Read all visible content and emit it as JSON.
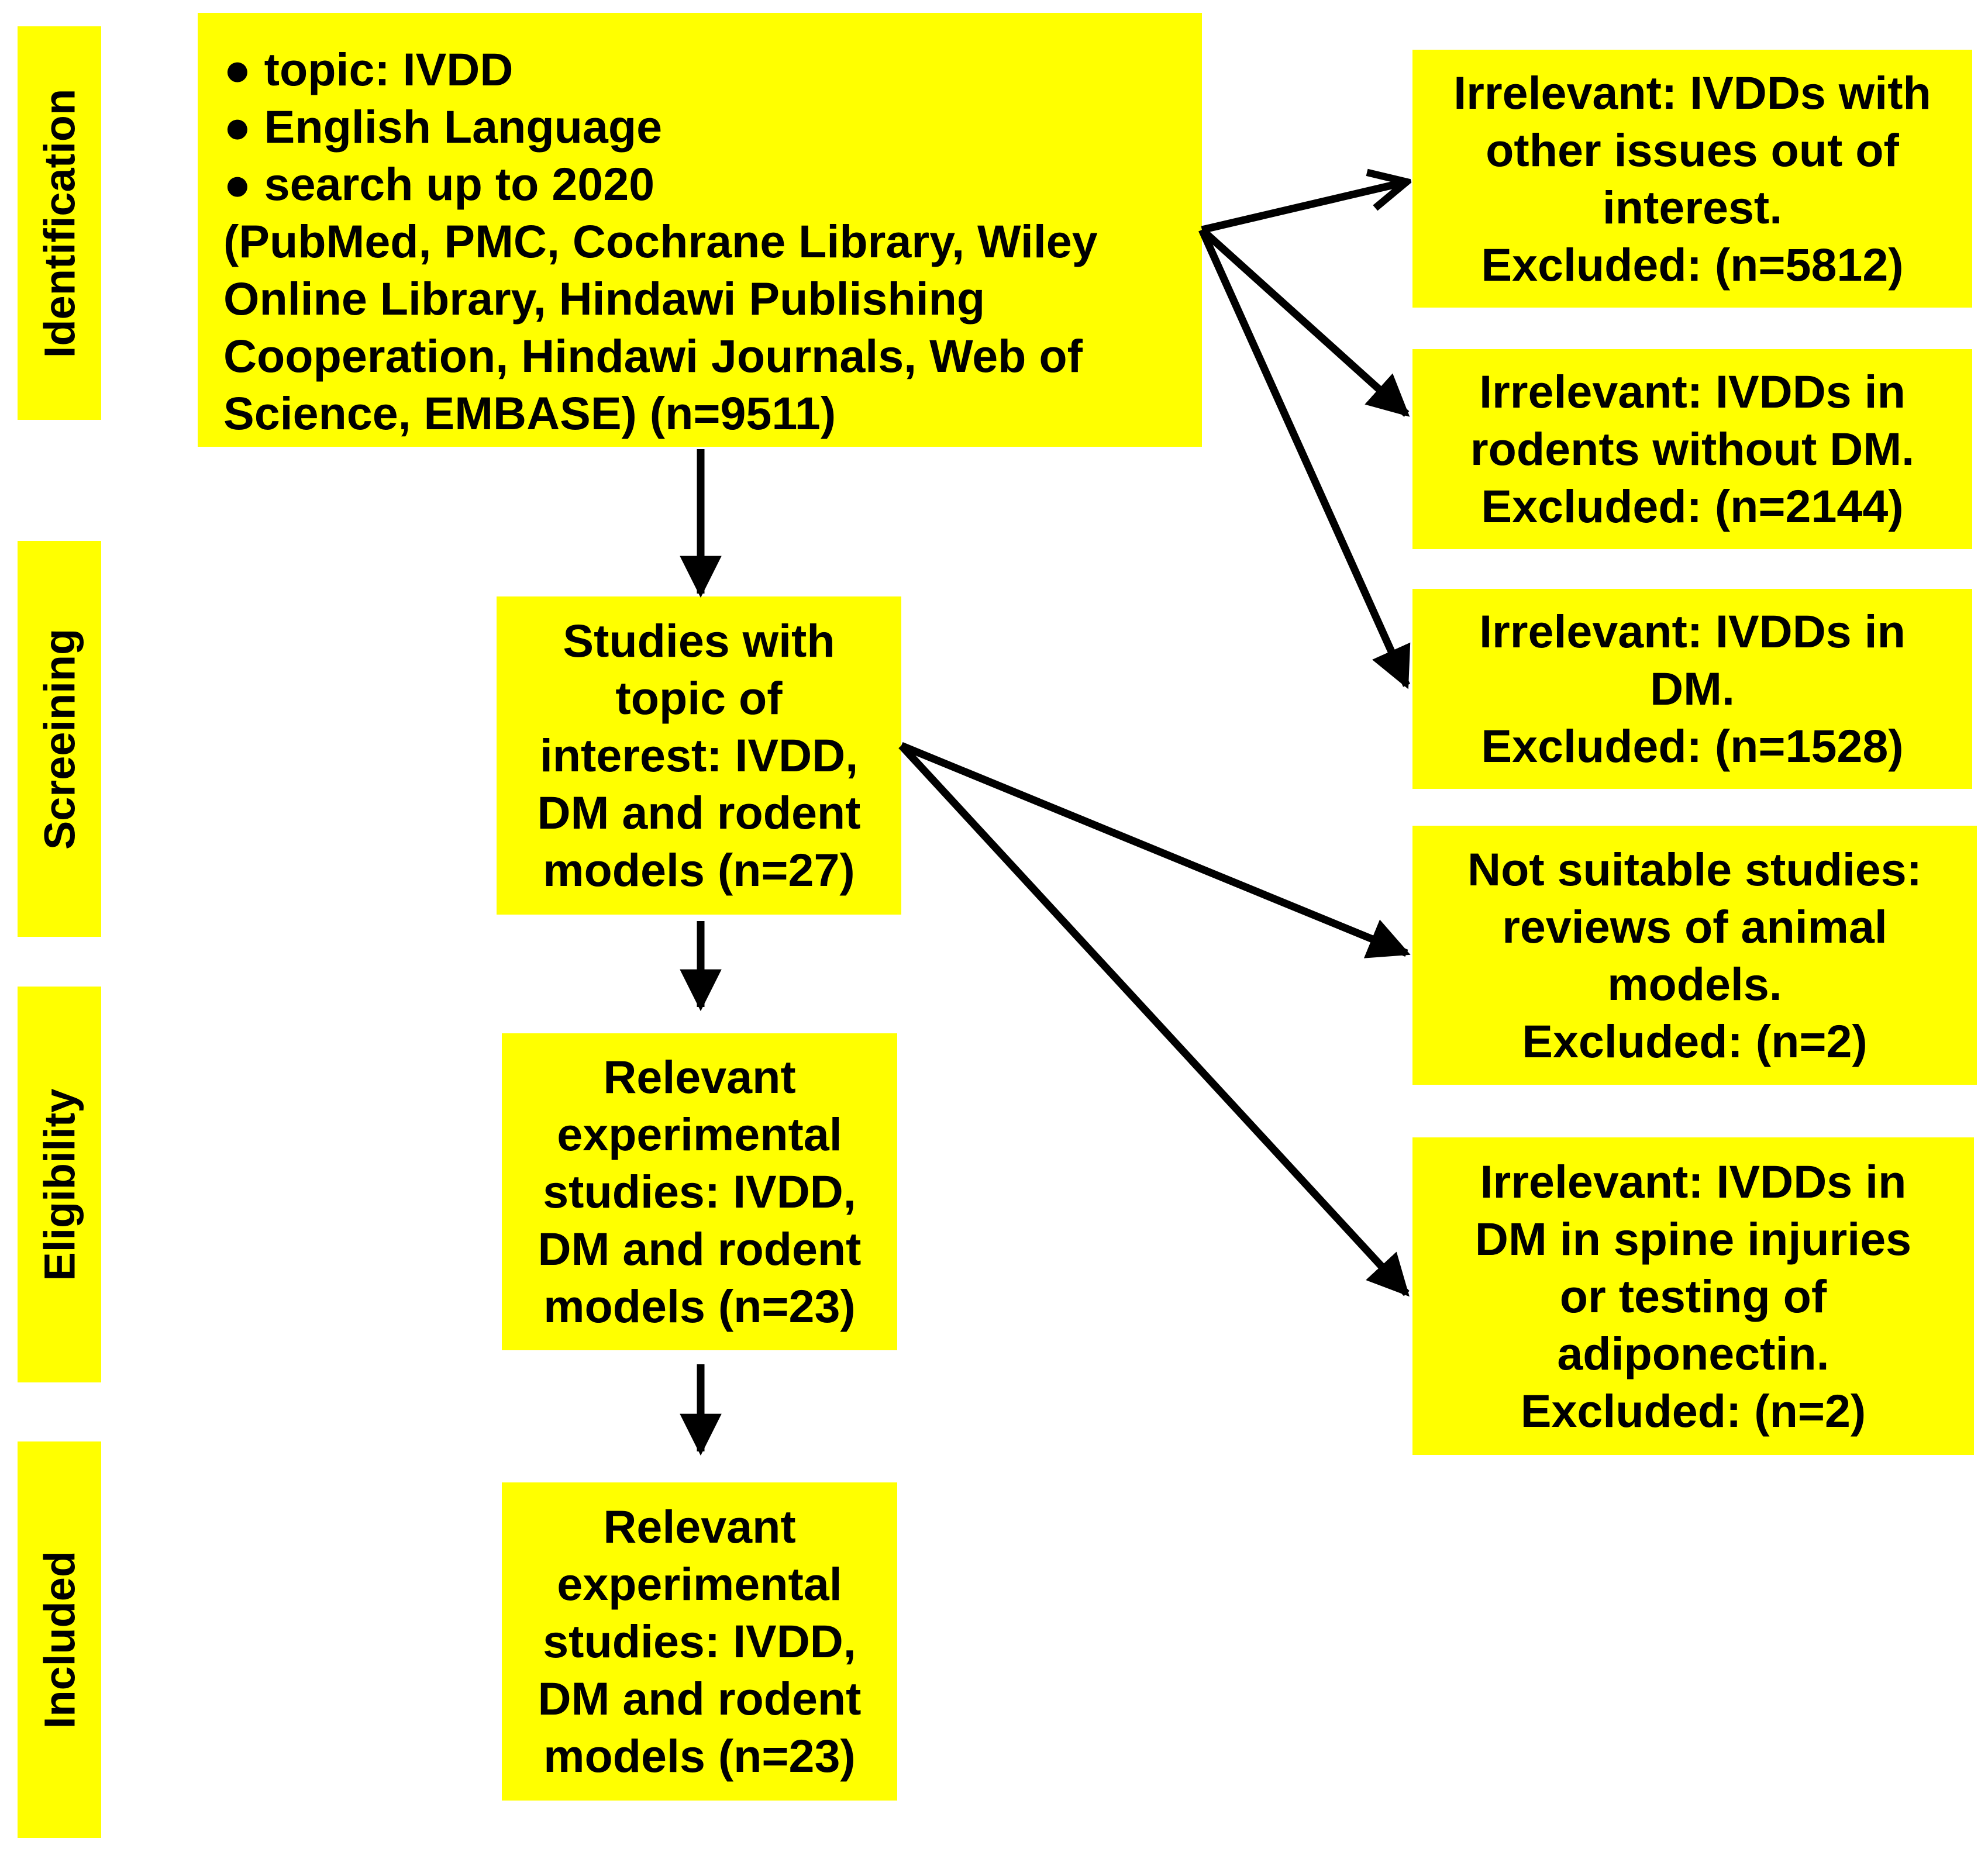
{
  "colors": {
    "box_fill": "#ffff00",
    "text": "#000000",
    "arrow": "#000000"
  },
  "stages": [
    "Identification",
    "Screeining",
    "Eligibility",
    "Included"
  ],
  "identification_box": {
    "bullets": [
      "topic: IVDD",
      "English Language",
      "search up to 2020"
    ],
    "bullet_glyph": "●",
    "sources_lines": [
      "(PubMed, PMC, Cochrane Library, Wiley",
      "Online Library, Hindawi Publishing",
      "Cooperation, Hindawi Journals, Web of",
      "Science, EMBASE) (n=9511)"
    ]
  },
  "screening_box": {
    "lines": [
      "Studies with",
      "topic of",
      "interest: IVDD,",
      "DM and rodent",
      "models (n=27)"
    ]
  },
  "eligibility_box": {
    "lines": [
      "Relevant",
      "experimental",
      "studies: IVDD,",
      "DM and rodent",
      "models (n=23)"
    ]
  },
  "included_box": {
    "lines": [
      "Relevant",
      "experimental",
      "studies: IVDD,",
      "DM and rodent",
      "models (n=23)"
    ]
  },
  "excluded_boxes": [
    {
      "lines": [
        "Irrelevant: IVDDs with",
        "other issues out of",
        "interest.",
        "Excluded: (n=5812)"
      ]
    },
    {
      "lines": [
        "Irrelevant: IVDDs in",
        "rodents without DM.",
        "Excluded: (n=2144)"
      ]
    },
    {
      "lines": [
        "Irrelevant: IVDDs in",
        "DM.",
        "Excluded: (n=1528)"
      ]
    },
    {
      "lines": [
        "Not suitable studies:",
        "reviews of animal",
        "models.",
        "Excluded: (n=2)"
      ]
    },
    {
      "lines": [
        "Irrelevant: IVDDs in",
        "DM in spine injuries",
        "or testing of",
        "adiponectin.",
        "Excluded: (n=2)"
      ]
    }
  ]
}
